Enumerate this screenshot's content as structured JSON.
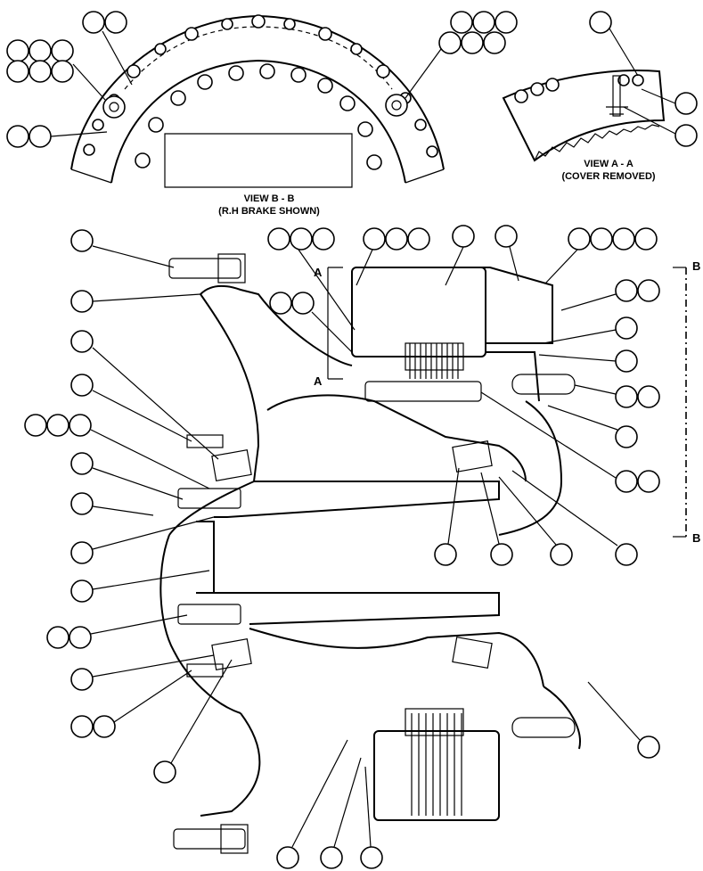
{
  "views": {
    "view_b": {
      "title": "VIEW B - B",
      "subtitle": "(R.H BRAKE SHOWN)"
    },
    "view_a": {
      "title": "VIEW A - A",
      "subtitle": "(COVER REMOVED)"
    }
  },
  "section_markers": {
    "a_top": "A",
    "a_bottom": "A",
    "b_top": "B",
    "b_bottom": "B"
  },
  "colors": {
    "line": "#000000",
    "background": "#ffffff"
  }
}
